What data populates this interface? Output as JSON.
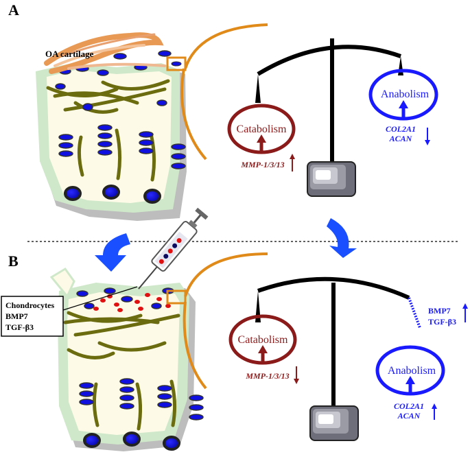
{
  "panels": {
    "a": {
      "letter": "A",
      "cartilage_label": "OA cartilage",
      "catabolism": {
        "label": "Catabolism",
        "genes": "MMP-1/3/13",
        "trend": "up"
      },
      "anabolism": {
        "label": "Anabolism",
        "genes_line1": "COL2A1",
        "genes_line2": "ACAN",
        "trend": "down"
      }
    },
    "b": {
      "letter": "B",
      "injection_box": {
        "line1": "Chondrocytes",
        "line2": "BMP7",
        "line3": "TGF-β3"
      },
      "catabolism": {
        "label": "Catabolism",
        "genes": "MMP-1/3/13",
        "trend": "down"
      },
      "anabolism": {
        "label": "Anabolism",
        "genes_line1": "COL2A1",
        "genes_line2": "ACAN",
        "trend": "up"
      },
      "factors": {
        "line1": "BMP7",
        "line2": "TGF-β3",
        "trend": "up"
      }
    }
  },
  "colors": {
    "catabolism": "#8b1a1a",
    "anabolism": "#1a1aff",
    "scale": "#000000",
    "zoom_arc": "#e08a1a",
    "transition_arrow": "#1a4fff",
    "nucleus": "#1010e0",
    "fiber": "#6b6b10",
    "injected_cell": "#e01010"
  }
}
